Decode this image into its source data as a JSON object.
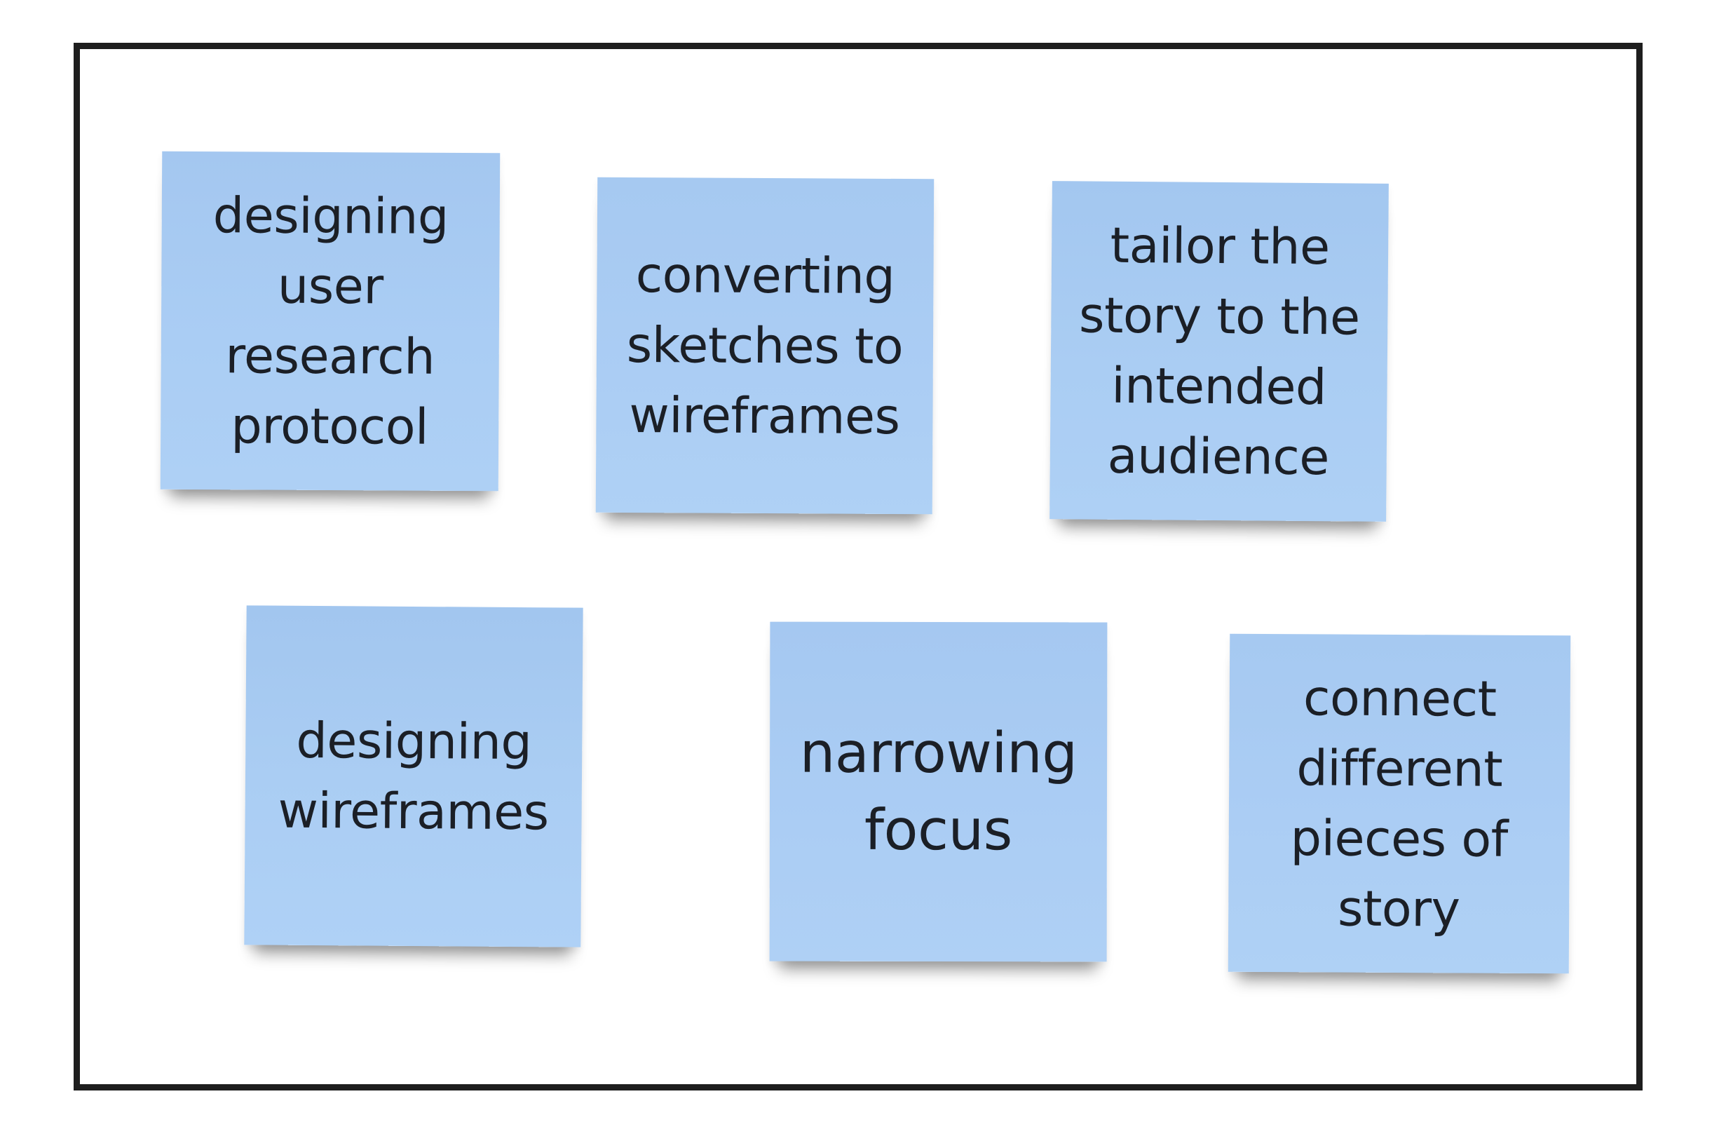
{
  "board": {
    "note_color": "#a9cbf2",
    "border_color": "#1e1e1e",
    "notes": [
      {
        "id": "designing-user-research-protocol",
        "text": "designing\nuser\nresearch\nprotocol"
      },
      {
        "id": "converting-sketches-to-wireframes",
        "text": "converting\nsketches to\nwireframes"
      },
      {
        "id": "tailor-the-story",
        "text": "tailor the\nstory to the\nintended\naudience"
      },
      {
        "id": "designing-wireframes",
        "text": "designing\nwireframes"
      },
      {
        "id": "narrowing-focus",
        "text": "narrowing\nfocus"
      },
      {
        "id": "connect-different-pieces",
        "text": "connect\ndifferent\npieces of\nstory"
      }
    ]
  }
}
